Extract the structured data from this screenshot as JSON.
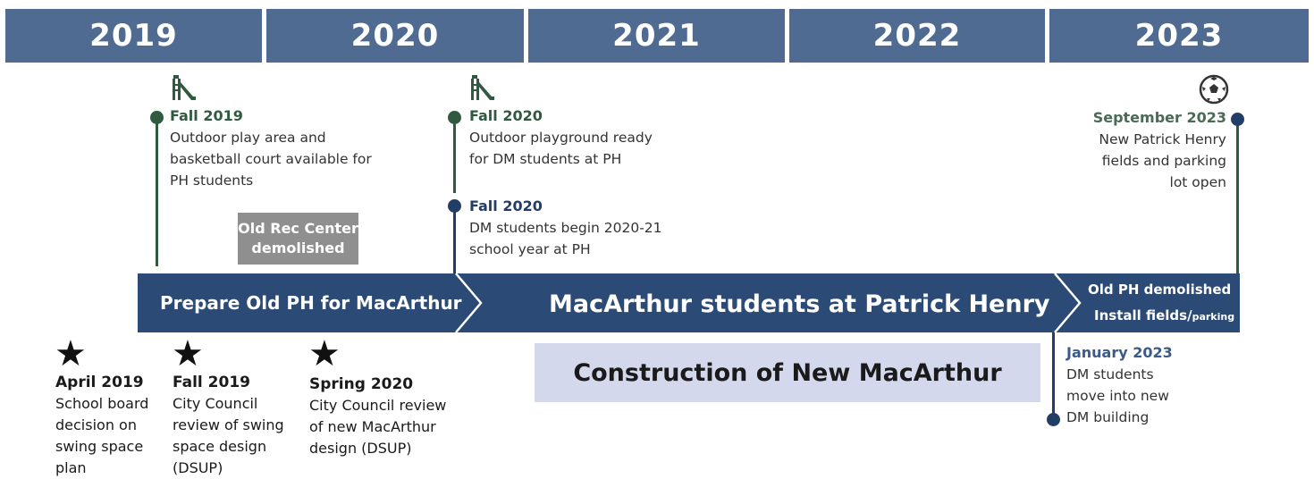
{
  "years": [
    "2019",
    "2020",
    "2021",
    "2022",
    "2023"
  ],
  "colors": {
    "year_band": "#4f6b92",
    "phase_bar": "#2b4a76",
    "green": "#2f5a3f",
    "navy": "#233e66",
    "grey_box": "#8f8f8f",
    "construction": "#d4d8ec"
  },
  "icons": {
    "playground": "playground-slide-icon",
    "soccer": "soccer-ball-icon",
    "star": "star-icon"
  },
  "upper_events": [
    {
      "title": "Fall 2019",
      "lines": [
        "Outdoor play area and",
        "basketball court available for",
        "PH students"
      ]
    },
    {
      "title": "Fall 2020",
      "lines": [
        "Outdoor playground ready",
        "for DM students at PH"
      ]
    },
    {
      "title": "Fall 2020",
      "lines": [
        "DM students begin 2020-21",
        "school year at PH"
      ]
    },
    {
      "title": "September 2023",
      "lines": [
        "New Patrick Henry",
        "fields and parking",
        "lot open"
      ]
    }
  ],
  "grey_box": [
    "Old Rec Center",
    "demolished"
  ],
  "phases": {
    "prepare": "Prepare Old PH for MacArthur",
    "at_ph": "MacArthur students at Patrick Henry",
    "final_1": "Old PH demolished",
    "final_2a": "Install fields/",
    "final_2b": "parking"
  },
  "construction": "Construction of New MacArthur",
  "lower_events": [
    {
      "title": "January 2023",
      "lines": [
        "DM students",
        "move into new",
        "DM building"
      ]
    }
  ],
  "milestones": [
    {
      "title": "April 2019",
      "lines": [
        "School board",
        "decision on",
        "swing space",
        "plan"
      ]
    },
    {
      "title": "Fall 2019",
      "lines": [
        "City Council",
        "review of swing",
        "space design",
        "(DSUP)"
      ]
    },
    {
      "title": "Spring 2020",
      "lines": [
        "City Council review",
        "of new MacArthur",
        "design (DSUP)"
      ]
    }
  ]
}
